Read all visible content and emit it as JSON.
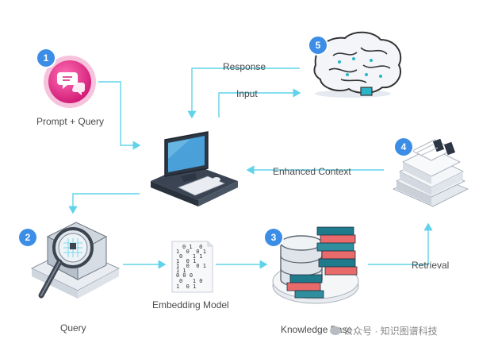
{
  "nodes": {
    "prompt": {
      "badge": "1",
      "label": "Prompt + Query"
    },
    "query": {
      "badge": "2",
      "label": "Query"
    },
    "knowledge": {
      "badge": "3",
      "label": "Knowledge Base"
    },
    "docs": {
      "badge": "4"
    },
    "llm": {
      "badge": "5"
    },
    "embedding": {
      "label": "Embedding Model"
    }
  },
  "edges": {
    "response": "Response",
    "input": "Input",
    "enhanced": "Enhanced Context",
    "retrieval": "Retrieval"
  },
  "binary_lines": [
    "0 1  0",
    "1  0  0 1",
    "0   1 1",
    "1  0 1",
    "1  0  0 1",
    "1 1",
    "0 0 0",
    "0   1 0",
    "1  0 1"
  ],
  "watermark": "公众号 · 知识图谱科技",
  "colors": {
    "arrow": "#5fd3ea",
    "badge": "#3b8de6",
    "pink": "#e83a8f"
  }
}
